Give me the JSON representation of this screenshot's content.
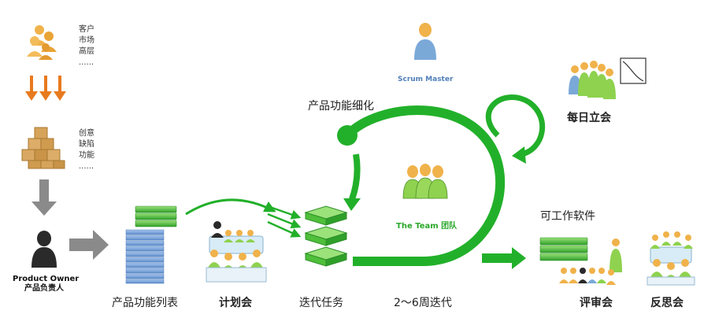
{
  "stakeholders": {
    "lines": [
      "客户",
      "市场",
      "高层",
      "......"
    ]
  },
  "inputs": {
    "lines": [
      "创意",
      "缺陷",
      "功能",
      "......"
    ]
  },
  "product_owner": {
    "en": "Product Owner",
    "zh": "产品负责人"
  },
  "scrum_master": "Scrum Master",
  "refinement": "产品功能细化",
  "daily_standup": "每日立会",
  "team": "The Team 团队",
  "working_software": "可工作软件",
  "bottom_labels": {
    "backlog": "产品功能列表",
    "planning": "计划会",
    "tasks": "迭代任务",
    "sprint": "2～6周迭代",
    "review": "评审会",
    "retro": "反思会"
  },
  "colors": {
    "green": "#22b02a",
    "green_dark": "#0c8c1a",
    "orange": "#e87a1e",
    "gray_arrow": "#8a8a8a",
    "backlog_blue": "#7ea6da",
    "person_orange": "#f0b24a",
    "person_blue": "#7aa9d8",
    "person_green": "#8ed24f",
    "person_dark": "#2a2a2a"
  }
}
